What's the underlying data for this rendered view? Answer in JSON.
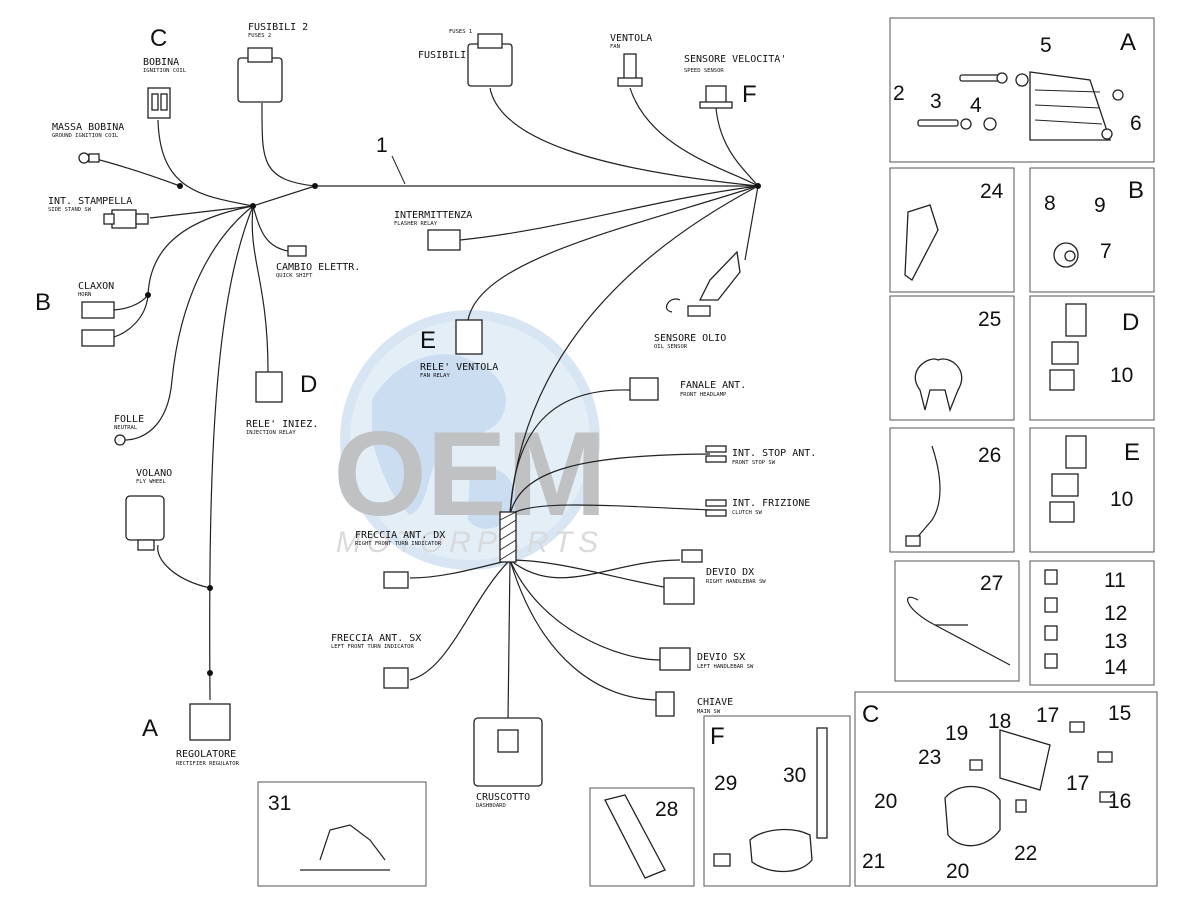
{
  "watermark": {
    "brand": "OEM",
    "sub": "MOTORPARTS"
  },
  "harness_number": "1",
  "group_letters": {
    "C": "C",
    "B": "B",
    "E": "E",
    "D": "D",
    "A": "A",
    "F": "F"
  },
  "components": {
    "bobina": {
      "label": "BOBINA",
      "sub": "IGNITION COIL"
    },
    "fusibili2": {
      "label": "FUSIBILI 2",
      "sub": "FUSES 2"
    },
    "fuses1": {
      "sub": "FUSES 1",
      "label": "FUSIBILI"
    },
    "ventola": {
      "label": "VENTOLA",
      "sub": "FAN"
    },
    "sensore_vel": {
      "label": "SENSORE VELOCITA'",
      "sub": "SPEED SENSOR"
    },
    "massa_bobina": {
      "label": "MASSA BOBINA",
      "sub": "GROUND IGNITION COIL"
    },
    "int_stampella": {
      "label": "INT. STAMPELLA",
      "sub": "SIDE STAND SW"
    },
    "intermittenza": {
      "label": "INTERMITTENZA",
      "sub": "FLASHER RELAY"
    },
    "cambio": {
      "label": "CAMBIO ELETTR.",
      "sub": "QUICK SHIFT"
    },
    "claxon": {
      "label": "CLAXON",
      "sub": "HORN"
    },
    "sensore_olio": {
      "label": "SENSORE OLIO",
      "sub": "OIL SENSOR"
    },
    "rele_ventola": {
      "label": "RELE' VENTOLA",
      "sub": "FAN RELAY"
    },
    "fanale": {
      "label": "FANALE ANT.",
      "sub": "FRONT HEADLAMP"
    },
    "rele_iniez": {
      "label": "RELE' INIEZ.",
      "sub": "INJECTION RELAY"
    },
    "folle": {
      "label": "FOLLE",
      "sub": "NEUTRAL"
    },
    "stop_ant": {
      "label": "INT. STOP ANT.",
      "sub": "FRONT STOP SW"
    },
    "volano": {
      "label": "VOLANO",
      "sub": "FLY WHEEL"
    },
    "frizione": {
      "label": "INT. FRIZIONE",
      "sub": "CLUTCH SW"
    },
    "freccia_dx": {
      "label": "FRECCIA ANT. DX",
      "sub": "RIGHT FRONT TURN INDICATOR"
    },
    "devio_dx": {
      "label": "DEVIO DX",
      "sub": "RIGHT HANDLEBAR SW"
    },
    "freccia_sx": {
      "label": "FRECCIA ANT. SX",
      "sub": "LEFT FRONT TURN INDICATOR"
    },
    "devio_sx": {
      "label": "DEVIO SX",
      "sub": "LEFT HANDLEBAR SW"
    },
    "chiave": {
      "label": "CHIAVE",
      "sub": "MAIN SW"
    },
    "regolatore": {
      "label": "REGOLATORE",
      "sub": "RECTIFIER REGULATOR"
    },
    "cruscotto": {
      "label": "CRUSCOTTO",
      "sub": "DASHBOARD"
    }
  },
  "panels": {
    "A": {
      "letter": "A",
      "numbers": [
        "5",
        "2",
        "3",
        "4",
        "6"
      ]
    },
    "p24": {
      "number": "24"
    },
    "B": {
      "letter": "B",
      "numbers": [
        "8",
        "9",
        "7"
      ]
    },
    "p25": {
      "number": "25"
    },
    "D": {
      "letter": "D",
      "numbers": [
        "10"
      ]
    },
    "p26": {
      "number": "26"
    },
    "E": {
      "letter": "E",
      "numbers": [
        "10"
      ]
    },
    "p27": {
      "number": "27"
    },
    "fuses": {
      "numbers": [
        "11",
        "12",
        "13",
        "14"
      ]
    },
    "p31": {
      "number": "31"
    },
    "p28": {
      "number": "28"
    },
    "F": {
      "letter": "F",
      "numbers": [
        "29",
        "30"
      ]
    },
    "C": {
      "letter": "C",
      "numbers": [
        "18",
        "17",
        "15",
        "19",
        "23",
        "17",
        "20",
        "16",
        "21",
        "22",
        "20"
      ]
    }
  }
}
